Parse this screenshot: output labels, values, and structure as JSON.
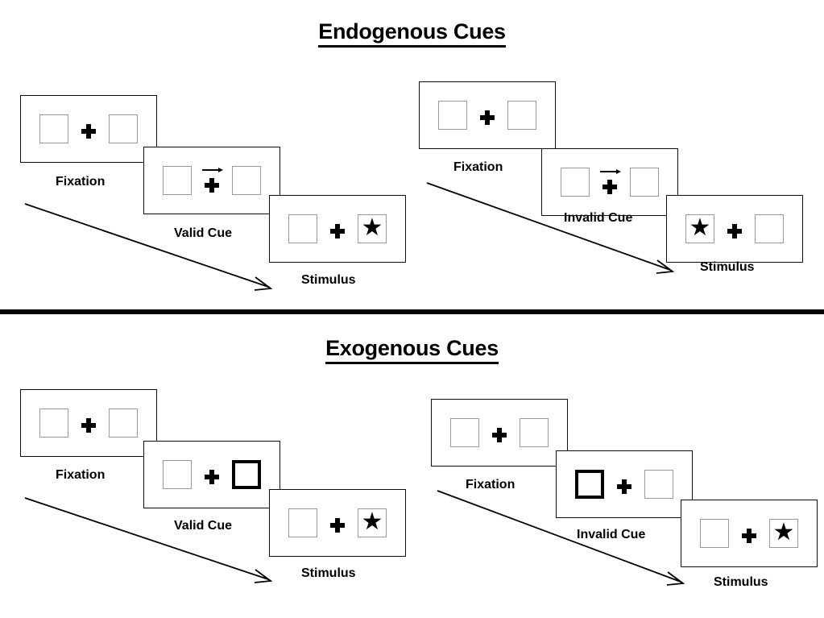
{
  "sections": [
    {
      "id": "endogenous",
      "title": "Endogenous Cues",
      "panels": [
        {
          "id": "endogenous-valid",
          "steps": [
            {
              "caption": "Fixation",
              "left_content": "empty",
              "right_content": "empty",
              "cue": "none",
              "bold_box": "none"
            },
            {
              "caption": "Valid Cue",
              "left_content": "empty",
              "right_content": "empty",
              "cue": "arrow-right",
              "bold_box": "none"
            },
            {
              "caption": "Stimulus",
              "left_content": "empty",
              "right_content": "star",
              "cue": "none",
              "bold_box": "none"
            }
          ]
        },
        {
          "id": "endogenous-invalid",
          "steps": [
            {
              "caption": "Fixation",
              "left_content": "empty",
              "right_content": "empty",
              "cue": "none",
              "bold_box": "none"
            },
            {
              "caption": "Invalid Cue",
              "left_content": "empty",
              "right_content": "empty",
              "cue": "arrow-right",
              "bold_box": "none"
            },
            {
              "caption": "Stimulus",
              "left_content": "star",
              "right_content": "empty",
              "cue": "none",
              "bold_box": "none"
            }
          ]
        }
      ]
    },
    {
      "id": "exogenous",
      "title": "Exogenous Cues",
      "panels": [
        {
          "id": "exogenous-valid",
          "steps": [
            {
              "caption": "Fixation",
              "left_content": "empty",
              "right_content": "empty",
              "cue": "none",
              "bold_box": "none"
            },
            {
              "caption": "Valid Cue",
              "left_content": "empty",
              "right_content": "empty",
              "cue": "none",
              "bold_box": "right"
            },
            {
              "caption": "Stimulus",
              "left_content": "empty",
              "right_content": "star",
              "cue": "none",
              "bold_box": "none"
            }
          ]
        },
        {
          "id": "exogenous-invalid",
          "steps": [
            {
              "caption": "Fixation",
              "left_content": "empty",
              "right_content": "empty",
              "cue": "none",
              "bold_box": "none"
            },
            {
              "caption": "Invalid Cue",
              "left_content": "empty",
              "right_content": "empty",
              "cue": "none",
              "bold_box": "left"
            },
            {
              "caption": "Stimulus",
              "left_content": "empty",
              "right_content": "star",
              "cue": "none",
              "bold_box": "none"
            }
          ]
        }
      ]
    }
  ],
  "icons": {
    "star": "★",
    "fixation_cross": "fixation-cross-icon",
    "arrow_cue": "arrow-right-icon",
    "timeline_arrow": "timeline-arrow-icon"
  },
  "colors": {
    "frame_border": "#0d0d0d",
    "box_border": "#9a9a9a",
    "bold_box_border": "#000000",
    "text": "#000000",
    "divider": "#000000",
    "background": "#ffffff"
  }
}
